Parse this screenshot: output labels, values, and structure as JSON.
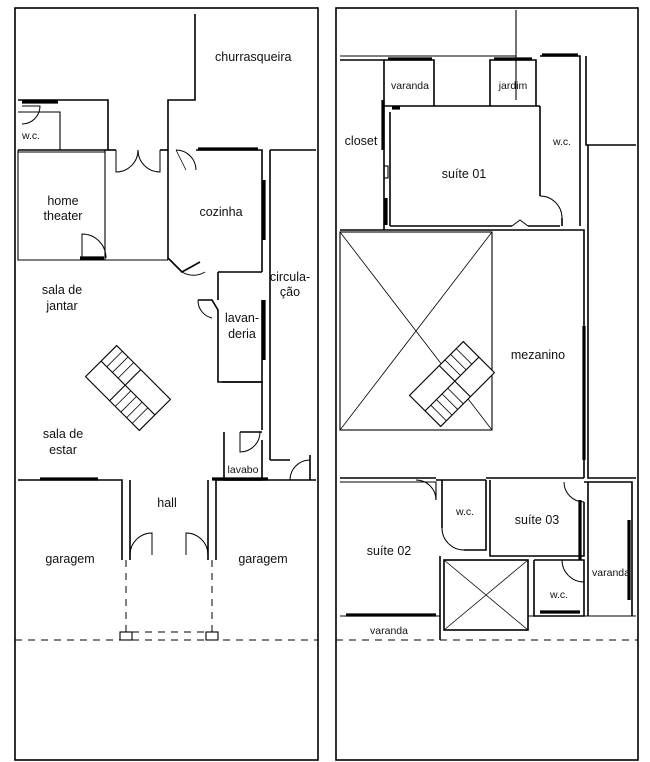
{
  "ground_floor": {
    "churrasqueira": "churrasqueira",
    "wc": "w.c.",
    "home_theater": [
      "home",
      "theater"
    ],
    "cozinha": "cozinha",
    "circulacao": [
      "circula-",
      "ção"
    ],
    "sala_jantar": [
      "sala de",
      "jantar"
    ],
    "lavanderia": [
      "lavan-",
      "deria"
    ],
    "sala_estar": [
      "sala de",
      "estar"
    ],
    "lavabo": "lavabo",
    "hall": "hall",
    "garagem_left": "garagem",
    "garagem_right": "garagem"
  },
  "upper_floor": {
    "varanda_top": "varanda",
    "jardim": "jardim",
    "closet": "closet",
    "suite_01": "suíte 01",
    "wc_top": "w.c.",
    "mezanino": "mezanino",
    "wc_mid": "w.c.",
    "suite_03": "suíte 03",
    "suite_02": "suíte 02",
    "varanda_right": "varanda",
    "wc_bottom": "w.c.",
    "varanda_bottom": "varanda"
  }
}
